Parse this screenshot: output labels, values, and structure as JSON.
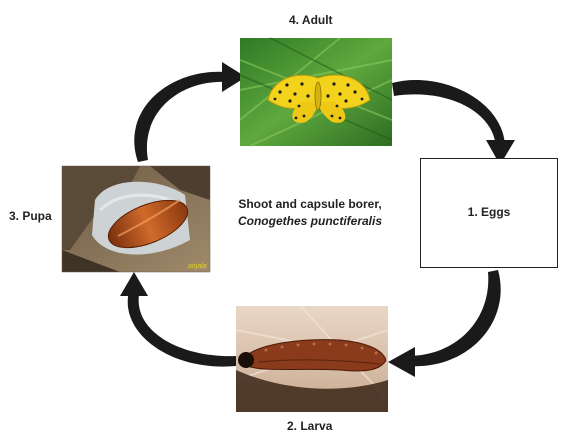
{
  "stages": {
    "adult": "4. Adult",
    "pupa": "3. Pupa",
    "eggs": "1. Eggs",
    "larva": "2. Larva"
  },
  "center": {
    "line1": "Shoot and capsule borer,",
    "line2": "Conogethes punctiferalis"
  },
  "watermark": "anjala",
  "colors": {
    "arrow": "#1a1a1a",
    "adult_bg": "#3f8a2f",
    "moth": "#f2d21a",
    "pupa_shell": "#b3531c",
    "larva_body": "#8a3b1c",
    "background": "#ffffff"
  }
}
